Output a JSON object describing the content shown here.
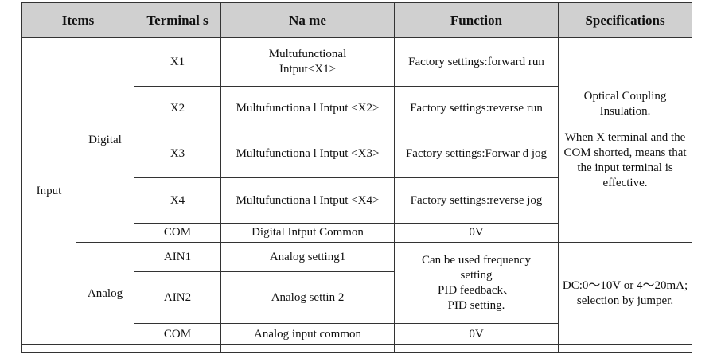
{
  "headers": {
    "items": "Items",
    "terminals": "Terminal s",
    "name": "Na me",
    "function": "Function",
    "specifications": "Specifications"
  },
  "group": "Input",
  "digital": {
    "label": "Digital",
    "rows": [
      {
        "terminal": "X1",
        "name": "Multufunctional Intput<X1>",
        "function": "Factory settings:forward run"
      },
      {
        "terminal": "X2",
        "name": "Multufunctiona l Intput <X2>",
        "function": "Factory settings:reverse run"
      },
      {
        "terminal": "X3",
        "name": "Multufunctiona l Intput <X3>",
        "function": "Factory settings:Forwar d jog"
      },
      {
        "terminal": "X4",
        "name": "Multufunctiona l Intput <X4>",
        "function": "Factory settings:reverse jog"
      },
      {
        "terminal": "COM",
        "name": "Digital Intput Common",
        "function": "0V"
      }
    ],
    "spec_line1": "Optical Coupling Insulation.",
    "spec_line2": "When X terminal and the COM shorted, means that the input terminal is effective."
  },
  "analog": {
    "label": "Analog",
    "rows": [
      {
        "terminal": "AIN1",
        "name": "Analog setting1"
      },
      {
        "terminal": "AIN2",
        "name": "Analog settin 2"
      },
      {
        "terminal": "COM",
        "name": "Analog input common",
        "function": "0V"
      }
    ],
    "function_line1": "Can be used frequency setting",
    "function_line2": "PID feedback、",
    "function_line3": "PID setting.",
    "spec": "DC:0～10V or 4～20mA; selection  by jumper."
  }
}
